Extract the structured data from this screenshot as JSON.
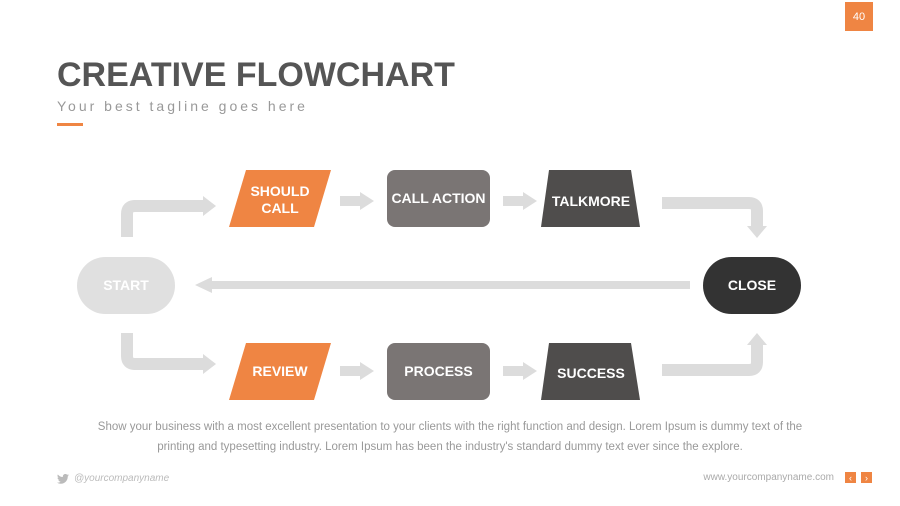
{
  "page_number": "40",
  "title": "CREATIVE FLOWCHART",
  "tagline": "Your best tagline goes here",
  "nodes": {
    "start": "START",
    "close": "CLOSE",
    "should_call_1": "SHOULD",
    "should_call_2": "CALL",
    "call_action": "CALL ACTION",
    "talkmore": "TALKMORE",
    "review": "REVIEW",
    "process": "PROCESS",
    "success": "SUCCESS"
  },
  "description": "Show your business with a most excellent presentation to your clients with the right function and design. Lorem Ipsum is dummy text of the printing and typesetting industry. Lorem Ipsum has been the industry's standard dummy text ever since the explore.",
  "footer": {
    "social": "@yourcompanyname",
    "website": "www.yourcompanyname.com",
    "prev": "‹",
    "next": "›"
  },
  "colors": {
    "accent": "#ef8543",
    "mid": "#7a7574",
    "dark": "#4f4d4c",
    "close": "#333333",
    "light": "#e0e0e0"
  }
}
